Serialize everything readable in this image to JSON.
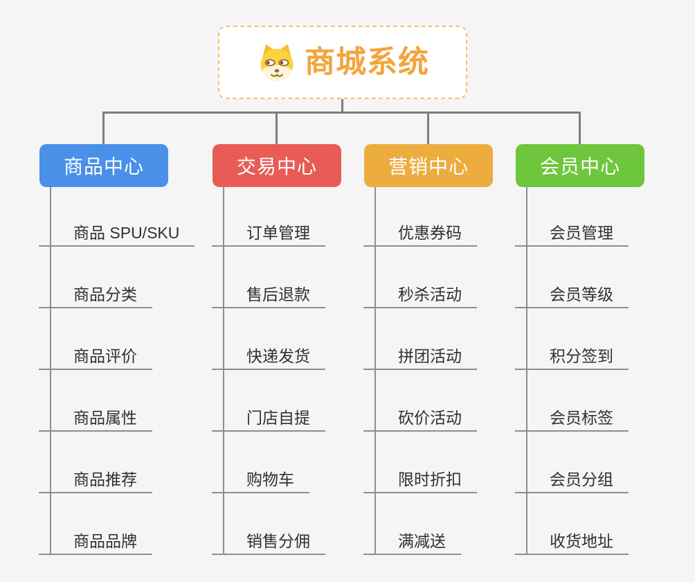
{
  "root": {
    "title": "商城系统",
    "icon": "shiba-dog-icon"
  },
  "branches": [
    {
      "label": "商品中心",
      "color": "#4A90E8",
      "items": [
        "商品 SPU/SKU",
        "商品分类",
        "商品评价",
        "商品属性",
        "商品推荐",
        "商品品牌"
      ]
    },
    {
      "label": "交易中心",
      "color": "#E95C55",
      "items": [
        "订单管理",
        "售后退款",
        "快递发货",
        "门店自提",
        "购物车",
        "销售分佣"
      ]
    },
    {
      "label": "营销中心",
      "color": "#ECAC3E",
      "items": [
        "优惠券码",
        "秒杀活动",
        "拼团活动",
        "砍价活动",
        "限时折扣",
        "满减送"
      ]
    },
    {
      "label": "会员中心",
      "color": "#6EC63C",
      "items": [
        "会员管理",
        "会员等级",
        "积分签到",
        "会员标签",
        "会员分组",
        "收货地址"
      ]
    }
  ],
  "colors": {
    "background": "#F5F5F5",
    "connector": "#7D7D7D",
    "underline": "#8D8D8D",
    "leaf_text": "#303030",
    "root_text": "#F2A53D",
    "root_border": "#F3C26E"
  }
}
